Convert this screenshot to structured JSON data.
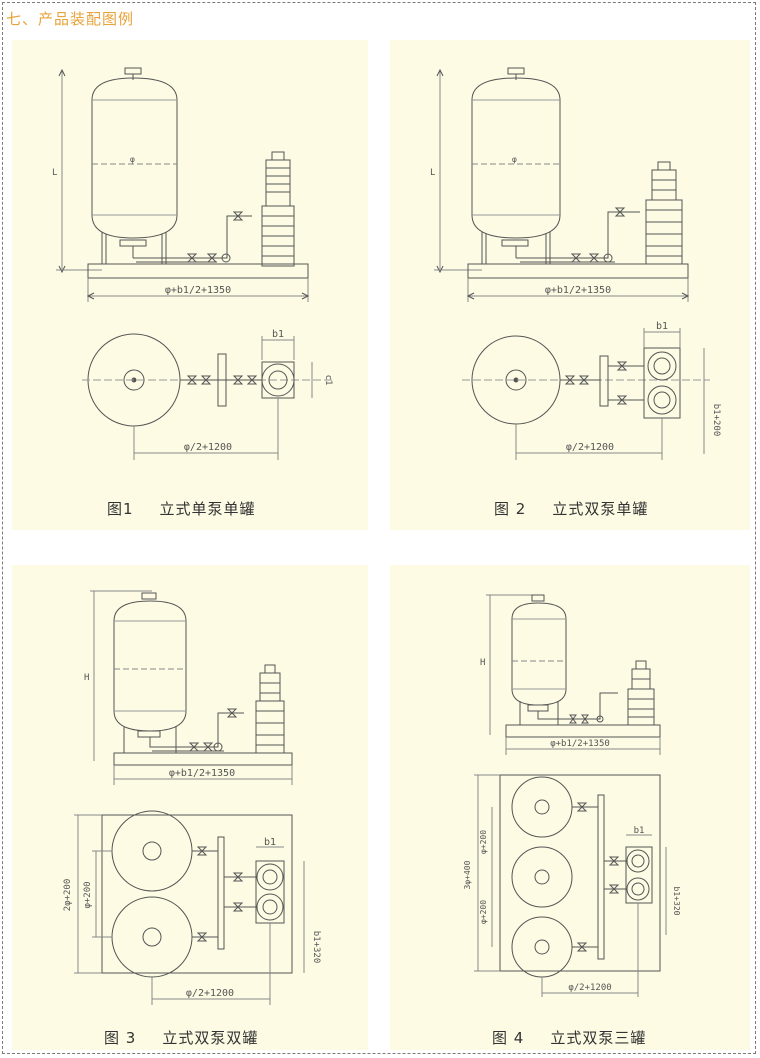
{
  "heading": "七、产品装配图例",
  "figures": [
    {
      "label": "图1",
      "title": "立式单泵单罐",
      "dims": {
        "base": "φ+b1/2+1350",
        "plan": "φ/2+1200",
        "pump": "b1",
        "side": "c1"
      }
    },
    {
      "label": "图 2",
      "title": "立式双泵单罐",
      "dims": {
        "base": "φ+b1/2+1350",
        "plan": "φ/2+1200",
        "pump": "b1",
        "side": "b1+200"
      }
    },
    {
      "label": "图 3",
      "title": "立式双泵双罐",
      "dims": {
        "base": "φ+b1/2+1350",
        "plan": "φ/2+1200",
        "pump": "b1",
        "left": "2φ+200",
        "inner": "φ+200",
        "side": "b1+320"
      }
    },
    {
      "label": "图 4",
      "title": "立式双泵三罐",
      "dims": {
        "base": "φ+b1/2+1350",
        "plan": "φ/2+1200",
        "pump": "b1",
        "left": "3φ+400",
        "gap1": "φ+200",
        "gap2": "φ+200",
        "side": "b1+320"
      }
    }
  ]
}
